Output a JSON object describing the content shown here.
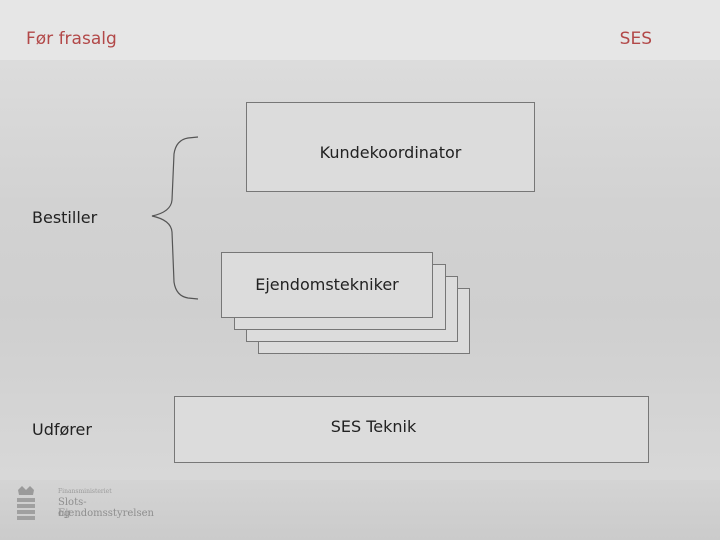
{
  "header": {
    "title": "Før frasalg",
    "org": "SES"
  },
  "roles": {
    "bestiller": "Bestiller",
    "udforer": "Udfører"
  },
  "boxes": {
    "kundekoordinator": "Kundekoordinator",
    "ejendomstekniker": "Ejendomstekniker",
    "ses_teknik": "SES Teknik"
  },
  "footer": {
    "logo_small": "Finansministeriet",
    "logo_line1": "Slots- og",
    "logo_line2": "Ejendomsstyrelsen"
  },
  "colors": {
    "accent": "#b24848",
    "box_border": "#777777"
  }
}
